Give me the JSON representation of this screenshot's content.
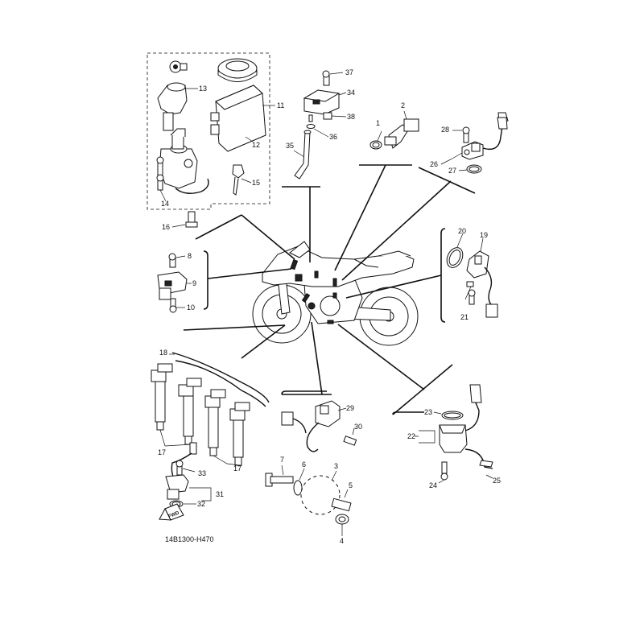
{
  "diagram": {
    "drawing_code": "14B1300-H470",
    "fwd_label": "FWD",
    "callouts": {
      "c1": "1",
      "c2": "2",
      "c3": "3",
      "c4": "4",
      "c5": "5",
      "c6": "6",
      "c7": "7",
      "c8": "8",
      "c9": "9",
      "c10": "10",
      "c11": "11",
      "c12": "12",
      "c13": "13",
      "c14": "14",
      "c15": "15",
      "c16": "16",
      "c17a": "17",
      "c17b": "17",
      "c18": "18",
      "c19": "19",
      "c20": "20",
      "c21": "21",
      "c22": "22",
      "c23": "23",
      "c24": "24",
      "c25": "25",
      "c26": "26",
      "c27": "27",
      "c28": "28",
      "c29": "29",
      "c30": "30",
      "c31": "31",
      "c32": "32",
      "c33": "33",
      "c34": "34",
      "c35": "35",
      "c36": "36",
      "c37": "37",
      "c38": "38"
    }
  }
}
